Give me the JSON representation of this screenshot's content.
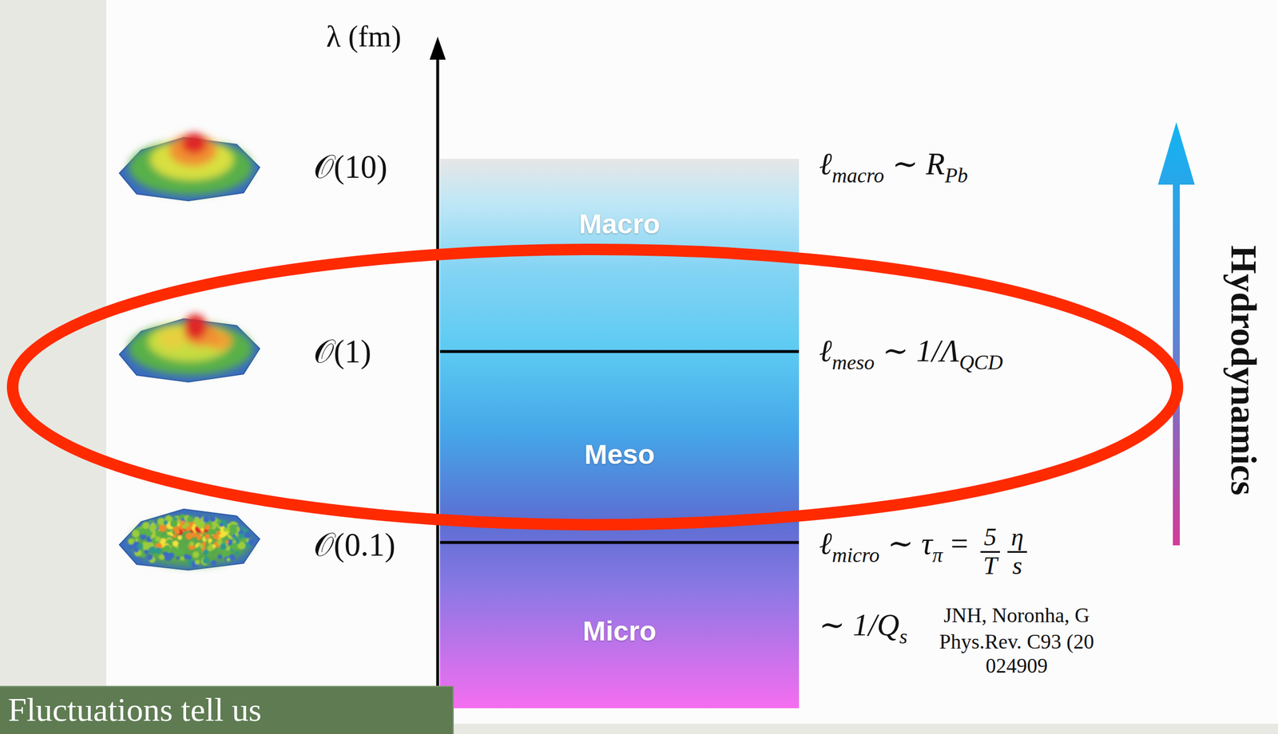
{
  "diagram": {
    "nodes": [
      {
        "text": [
          "Macro"
        ]
      },
      {
        "text": [
          "Meso"
        ]
      },
      {
        "text": [
          "Micro"
        ]
      },
      {
        "text": [
          "Fluctuations tell us"
        ]
      }
    ],
    "labels": [
      "λ (fm)",
      "𝒪(10)",
      "ℓ",
      "macro",
      "∼ R",
      "Pb",
      "𝒪(1)",
      "ℓ",
      "meso",
      "∼ 1/Λ",
      "QCD",
      "Hydrodynamics",
      "𝒪(0.1)",
      "ℓ",
      "micro",
      "∼ τ",
      "π",
      "=",
      "5",
      "T",
      "η",
      "s",
      "∼ 1/Q",
      "s",
      "JNH, Noronha, G",
      "Phys.Rev. C93 (20",
      "024909"
    ]
  }
}
